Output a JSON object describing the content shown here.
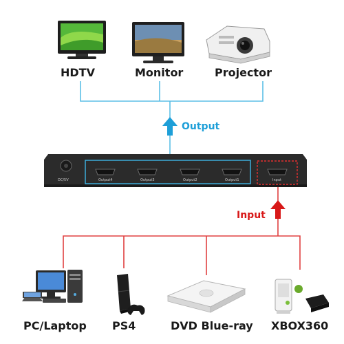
{
  "outputs": {
    "devices": [
      "HDTV",
      "Monitor",
      "Projector"
    ],
    "label": "Output"
  },
  "inputs": {
    "devices": [
      "PC/Laptop",
      "PS4",
      "DVD Blue-ray",
      "XBOX360"
    ],
    "label": "Input"
  },
  "splitter": {
    "power_label": "DC/5V",
    "ports": [
      "Output4",
      "Output3",
      "Output2",
      "Output1"
    ],
    "input_port": "Input"
  },
  "colors": {
    "output_line": "#5bbfe6",
    "output_arrow": "#1e9fd8",
    "input_line": "#e04040",
    "input_arrow": "#d81818",
    "device_body": "#2b2b2b"
  }
}
